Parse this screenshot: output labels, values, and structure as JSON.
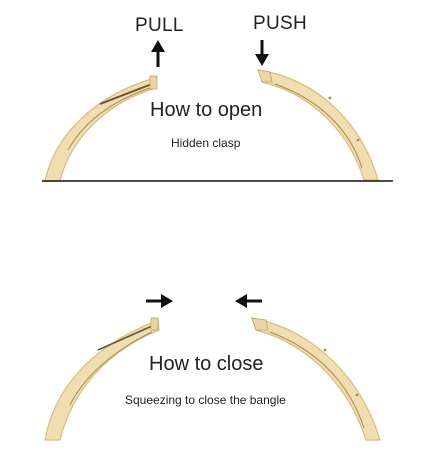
{
  "open_section": {
    "pull_label": "PULL",
    "push_label": "PUSH",
    "title": "How to open",
    "subtitle": "Hidden clasp"
  },
  "close_section": {
    "title": "How to close",
    "subtitle": "Squeezing to close the bangle"
  },
  "colors": {
    "bangle_fill": "#F1DEB0",
    "bangle_edge": "#D8BC7E",
    "arrow": "#111111",
    "text": "#222222",
    "ground_line": "#111111"
  },
  "icons": [
    "arrow-up-icon",
    "arrow-down-icon",
    "arrow-right-icon",
    "arrow-left-icon"
  ]
}
